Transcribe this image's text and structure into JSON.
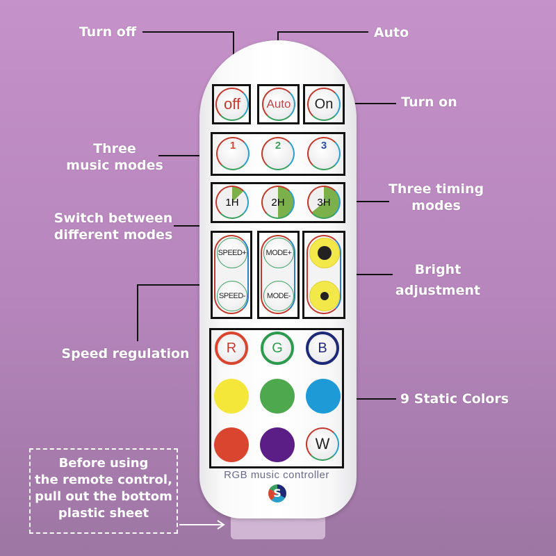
{
  "labels": {
    "turn_off": "Turn off",
    "auto": "Auto",
    "turn_on": "Turn on",
    "music_modes": [
      "Three",
      "music modes"
    ],
    "timing_modes": [
      "Three timing",
      "modes"
    ],
    "switch_modes": [
      "Switch between",
      "different modes"
    ],
    "bright": [
      "Bright",
      "adjustment"
    ],
    "speed": "Speed regulation",
    "static_colors": "9 Static Colors",
    "note": [
      "Before using",
      "the remote control,",
      "pull out the bottom",
      "plastic sheet"
    ]
  },
  "remote": {
    "power": [
      "off",
      "Auto",
      "On"
    ],
    "music": [
      "1",
      "2",
      "3"
    ],
    "timer": [
      "1H",
      "2H",
      "3H"
    ],
    "speed": [
      "SPEED+",
      "SPEED-"
    ],
    "mode": [
      "MODE+",
      "MODE-"
    ],
    "rgb": [
      "R",
      "G",
      "B"
    ],
    "white": "W",
    "brand": "RGB music controller",
    "logo": "S"
  },
  "colors": {
    "yellow": "#f5e63a",
    "green": "#4ea84e",
    "blue": "#1e9ad6",
    "red": "#d9452f",
    "purple": "#5a1e86",
    "white": "#ffffff"
  }
}
